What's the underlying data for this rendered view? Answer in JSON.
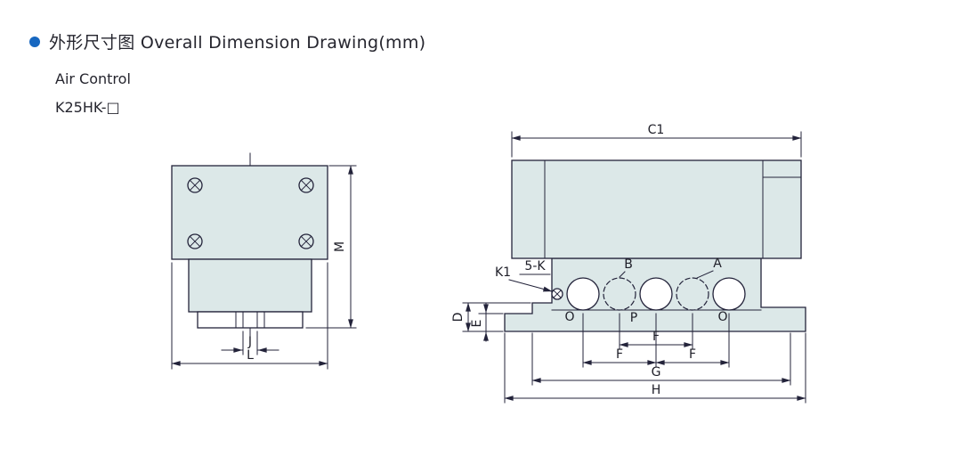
{
  "header": {
    "title": "外形尺寸图 Overall Dimension Drawing(mm)",
    "subtitle": "Air Control",
    "model": "K25HK-□"
  },
  "icons": {
    "bullet": "filled-circle",
    "screw": "circle-with-cross"
  },
  "left_view": {
    "dim_m": "M",
    "dim_j": "J",
    "dim_l": "L"
  },
  "right_view": {
    "dim_c1": "C1",
    "label_k1": "K1",
    "label_5k": "5-K",
    "label_b": "B",
    "label_a": "A",
    "port_o_left": "O",
    "port_p": "P",
    "port_o_right": "O",
    "dim_d": "D",
    "dim_e": "E",
    "dim_f_center": "F",
    "dim_f_left": "F",
    "dim_f_right": "F",
    "dim_g": "G",
    "dim_h": "H"
  },
  "colors": {
    "line": "#23233a",
    "body_fill": "#dce8e8",
    "bullet_blue": "#1767c0"
  }
}
